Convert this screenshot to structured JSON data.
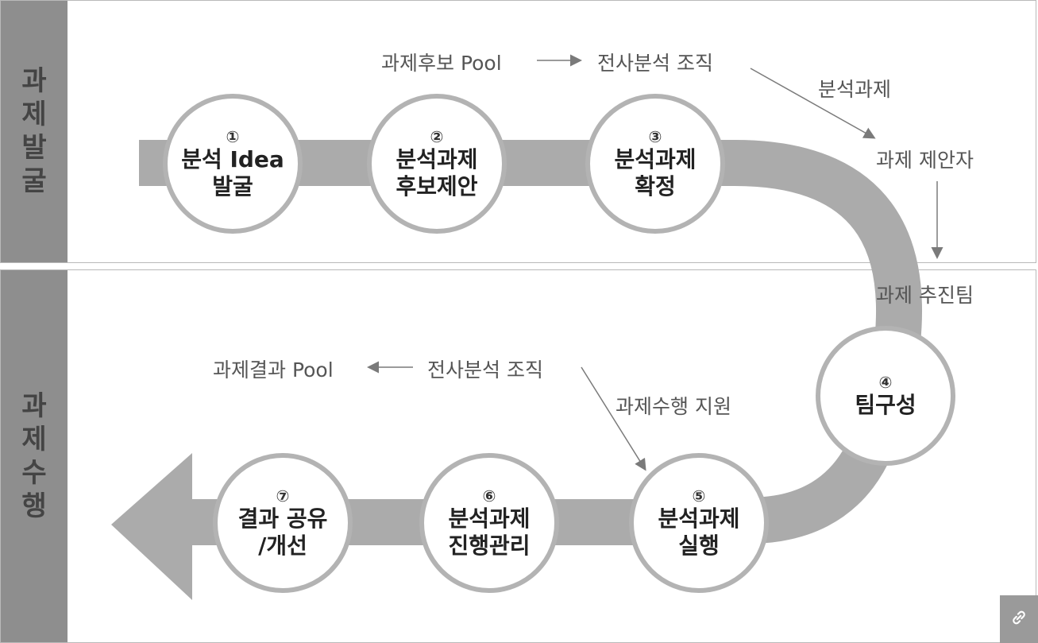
{
  "sections": {
    "top": {
      "label": "과\n제\n발\n굴"
    },
    "bottom": {
      "label": "과\n제\n수\n행"
    }
  },
  "nodes": [
    {
      "num": "①",
      "label": "분석 Idea\n발굴"
    },
    {
      "num": "②",
      "label": "분석과제\n후보제안"
    },
    {
      "num": "③",
      "label": "분석과제\n확정"
    },
    {
      "num": "④",
      "label": "팀구성"
    },
    {
      "num": "⑤",
      "label": "분석과제\n실행"
    },
    {
      "num": "⑥",
      "label": "분석과제\n진행관리"
    },
    {
      "num": "⑦",
      "label": "결과 공유\n/개선"
    }
  ],
  "annotations": {
    "candidate_pool": "과제후보 Pool",
    "org_top": "전사분석 조직",
    "analysis_task": "분석과제",
    "proposer": "과제 제안자",
    "team": "과제 추진팀",
    "result_pool": "과제결과 Pool",
    "org_bottom": "전사분석 조직",
    "support": "과제수행 지원"
  },
  "colors": {
    "track": "#ababab",
    "sidebar": "#8e8e8e",
    "node_border": "#b3b3b3"
  },
  "link_icon": "link-icon"
}
